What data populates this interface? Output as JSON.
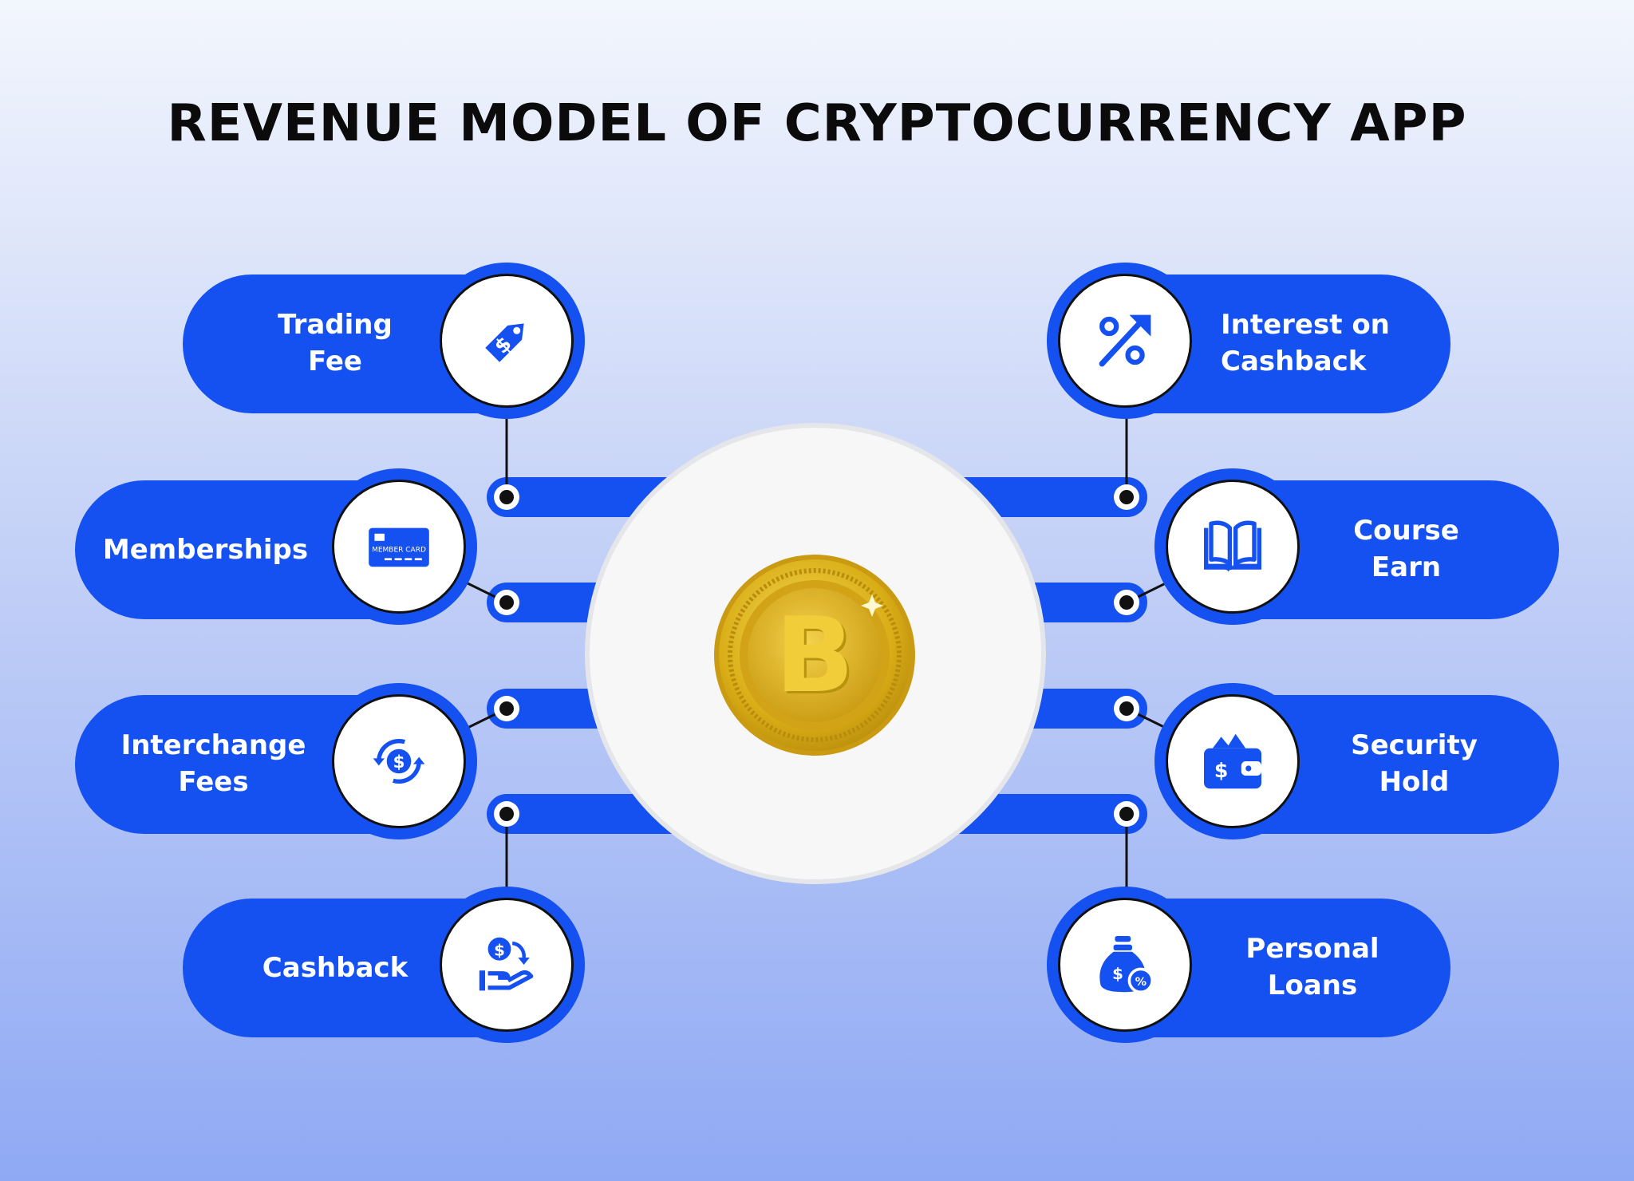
{
  "title": "REVENUE MODEL OF CRYPTOCURRENCY APP",
  "colors": {
    "accent": "#1550f0",
    "node_border": "#111111",
    "coin_gold": "#e8c02e",
    "background_top": "#f3f6fd",
    "background_bottom": "#8fa9f4"
  },
  "center": {
    "icon": "bitcoin-coin-icon",
    "letter": "B"
  },
  "items": {
    "trading_fee": {
      "label": "Trading\nFee",
      "icon": "price-tag-icon"
    },
    "memberships": {
      "label": "Memberships",
      "icon": "member-card-icon",
      "card_text": "MEMBER CARD"
    },
    "interchange_fees": {
      "label": "Interchange\nFees",
      "icon": "currency-exchange-icon"
    },
    "cashback": {
      "label": "Cashback",
      "icon": "hand-money-icon"
    },
    "interest_on_cashback": {
      "label": "Interest on\nCashback",
      "icon": "percent-growth-icon"
    },
    "course_earn": {
      "label": "Course\nEarn",
      "icon": "open-book-icon"
    },
    "security_hold": {
      "label": "Security\nHold",
      "icon": "wallet-icon"
    },
    "personal_loans": {
      "label": "Personal\nLoans",
      "icon": "money-bag-icon"
    }
  }
}
